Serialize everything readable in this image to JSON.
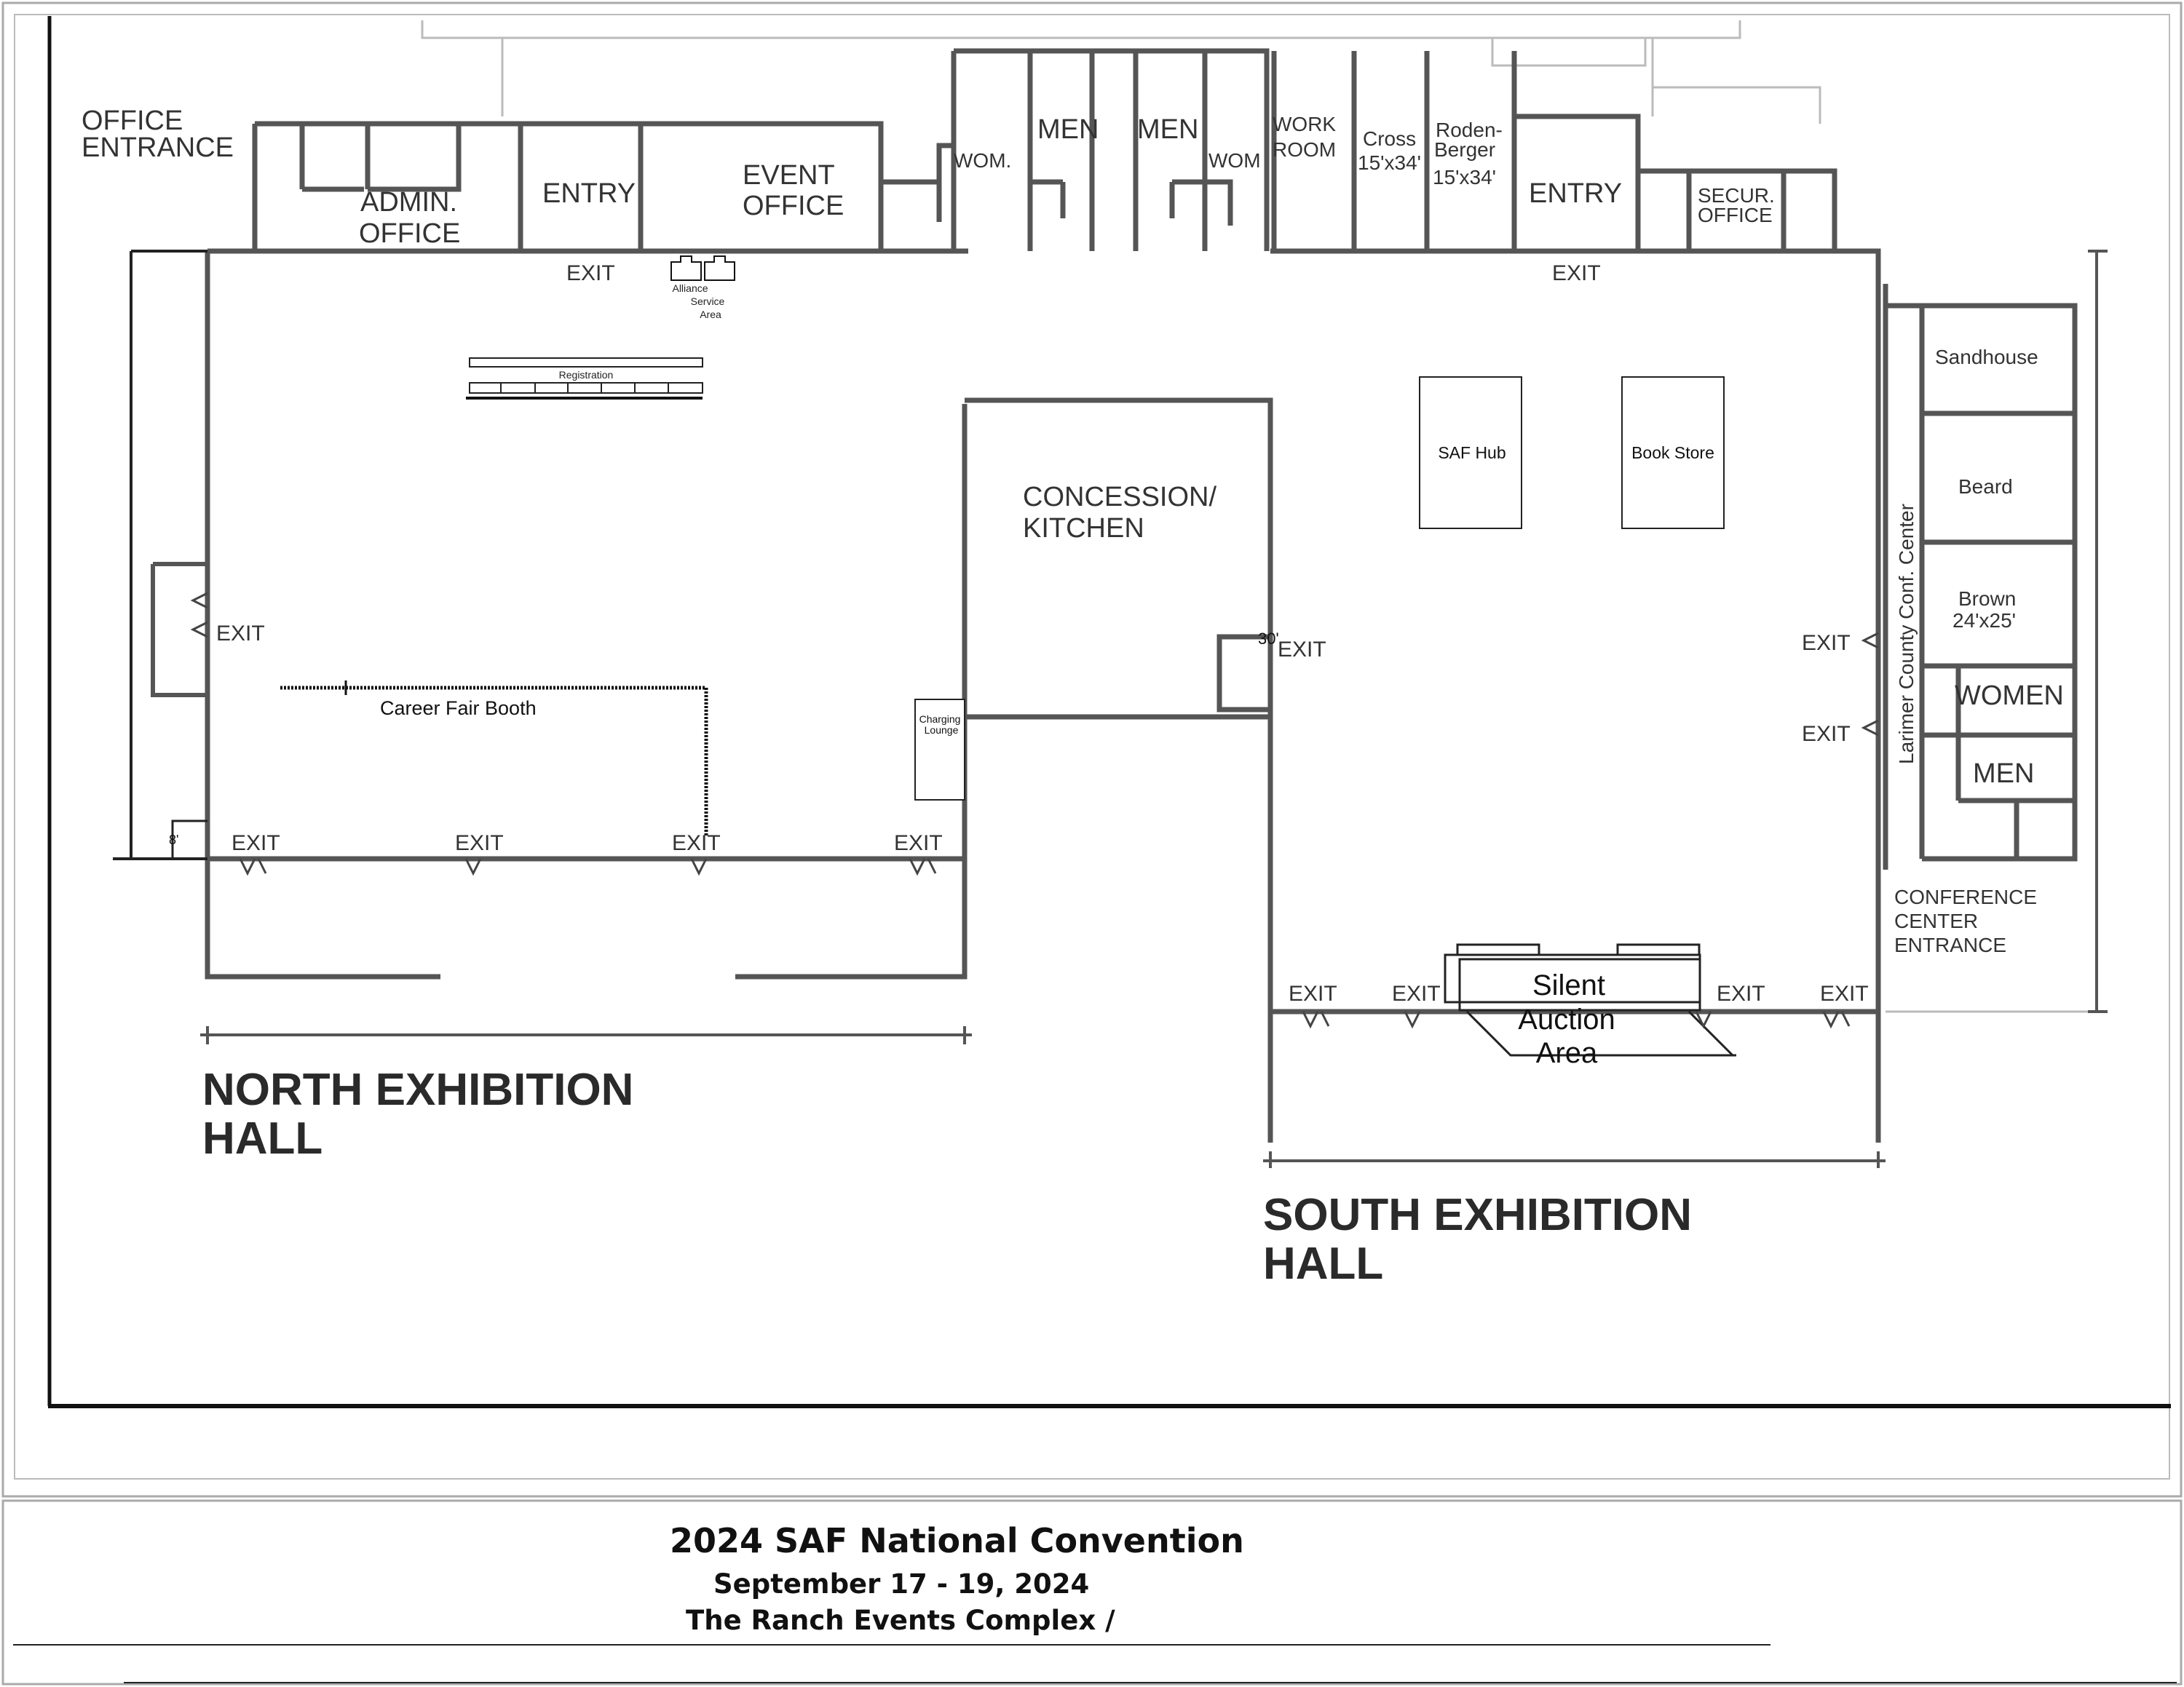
{
  "rooms": {
    "office_entrance": [
      "OFFICE",
      "ENTRANCE"
    ],
    "admin_office": [
      "ADMIN.",
      "OFFICE"
    ],
    "entry_left": "ENTRY",
    "event_office": [
      "EVENT",
      "OFFICE"
    ],
    "womens_left": "WOM.",
    "mens_left": "MEN",
    "mens_right": "MEN",
    "womens_right": "WOM",
    "work_room": [
      "WORK",
      "ROOM"
    ],
    "cross": [
      "Cross",
      "15'x34'"
    ],
    "rodenberger": [
      "Roden-",
      "Berger",
      "15'x34'"
    ],
    "entry_right": "ENTRY",
    "security_office": [
      "SECUR.",
      "OFFICE"
    ],
    "concession": [
      "CONCESSION/",
      "KITCHEN"
    ],
    "sandhouse": "Sandhouse",
    "beard": "Beard",
    "brown": [
      "Brown",
      "24'x25'"
    ],
    "women_right": "WOMEN",
    "men_right": "MEN",
    "larimer": "Larimer County Conf. Center",
    "conference_entrance": [
      "CONFERENCE",
      "CENTER",
      "ENTRANCE"
    ]
  },
  "halls": {
    "north": [
      "NORTH EXHIBITION",
      "HALL"
    ],
    "south": [
      "SOUTH EXHIBITION",
      "HALL"
    ]
  },
  "features": {
    "alliance": [
      "Alliance",
      "Service",
      "Area"
    ],
    "registration": "Registration",
    "career_fair": "Career Fair Booth",
    "charging": [
      "Charging",
      "Lounge"
    ],
    "saf_hub": "SAF Hub",
    "book_store": "Book Store",
    "silent_auction": [
      "Silent",
      "Auction",
      "Area"
    ],
    "dim_8": "8'",
    "dim_30": "30'"
  },
  "exit_label": "EXIT",
  "footer": {
    "title": "2024 SAF National Convention",
    "dates": "September 17 - 19, 2024",
    "venue": "The Ranch Events Complex /"
  },
  "colors": {
    "wall": "#555555",
    "line": "#111111",
    "border": "#999999"
  }
}
